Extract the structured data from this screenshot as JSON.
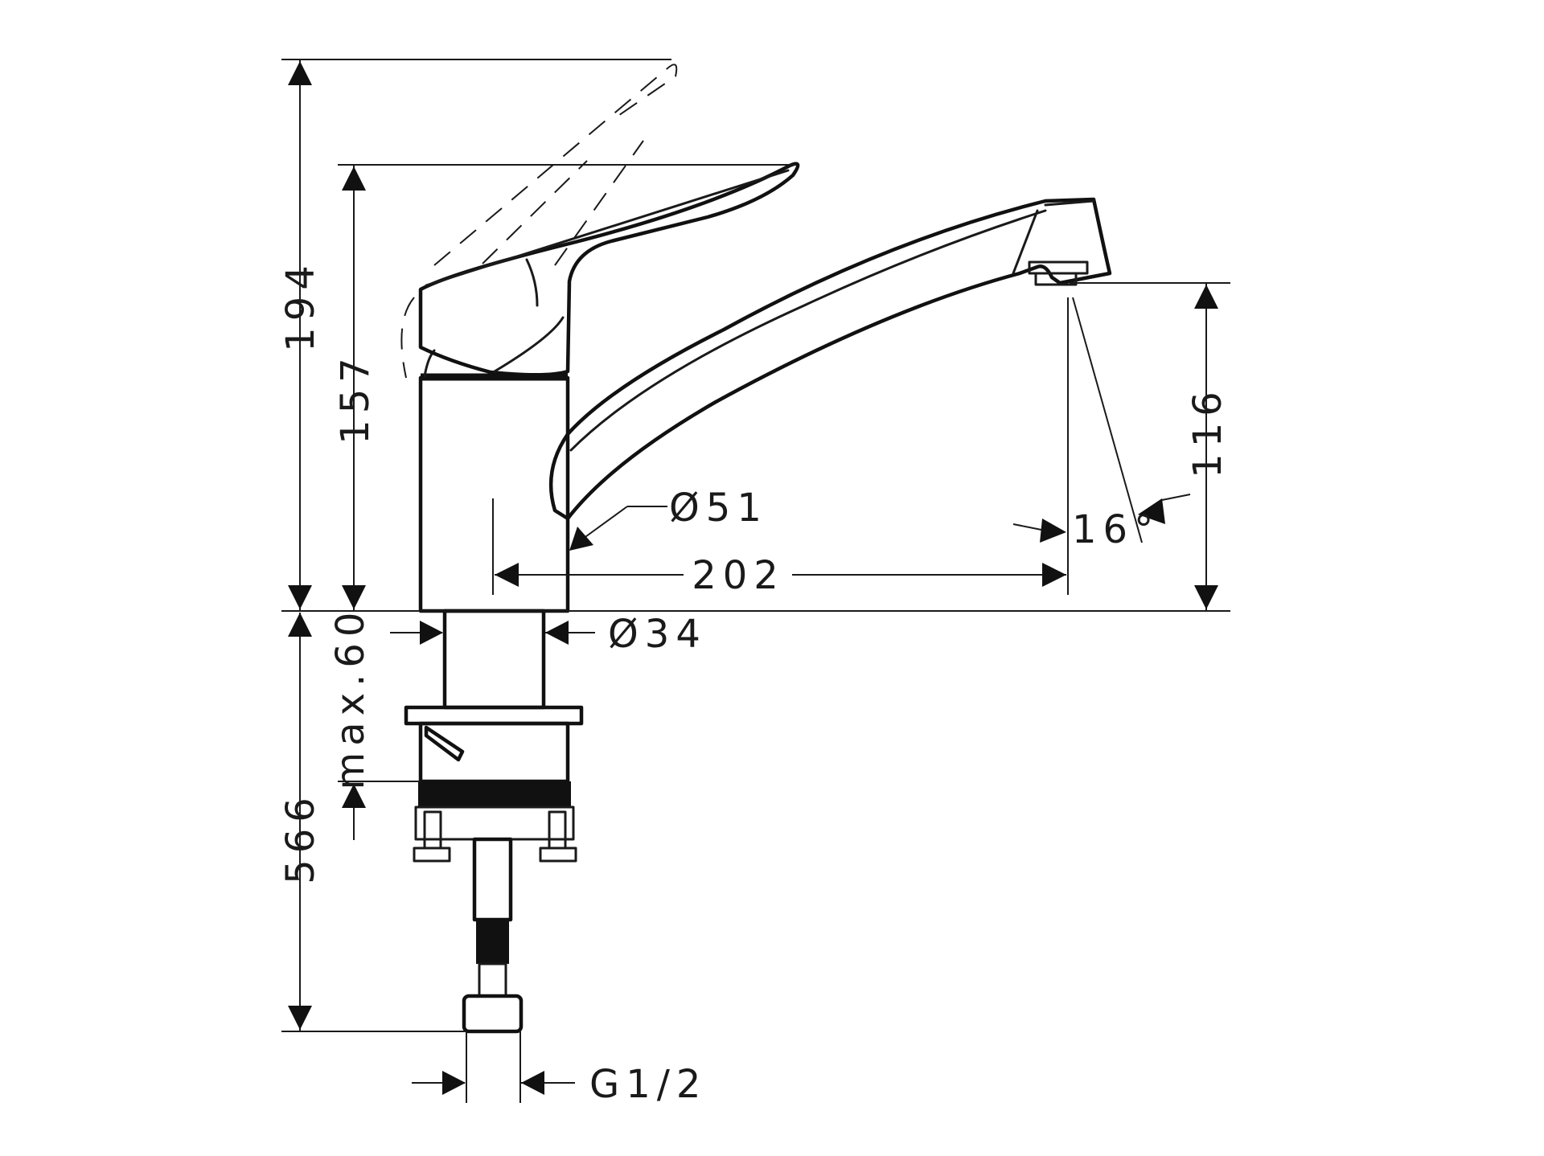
{
  "dimensions": {
    "overall_height": "194",
    "lever_height": "157",
    "spout_height": "116",
    "body_diameter": "Ø51",
    "spout_reach": "202",
    "swivel_angle": "16°",
    "shank_diameter": "Ø34",
    "max_deck_thickness": "max.60",
    "hose_length": "566",
    "connection_thread": "G1/2"
  }
}
